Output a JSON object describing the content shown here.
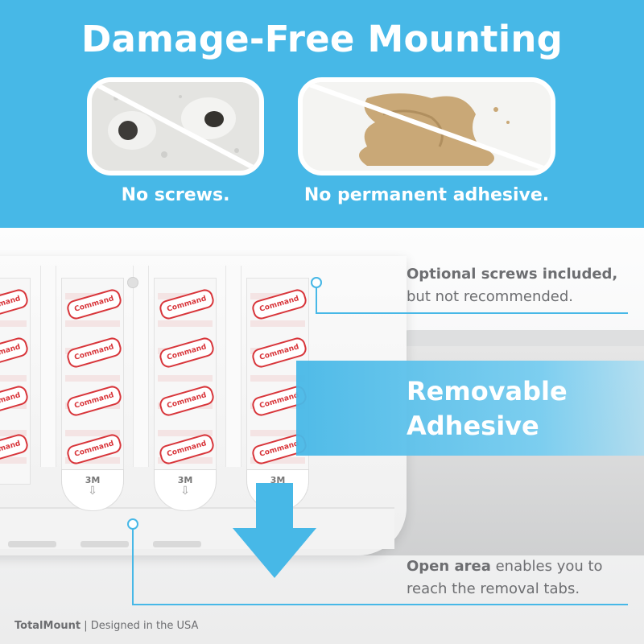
{
  "header": {
    "title": "Damage-Free Mounting",
    "caption_left": "No screws.",
    "caption_right": "No permanent adhesive."
  },
  "strips": {
    "logo_text": "Command",
    "tab_text": "3M",
    "tab_arrow": "⇩"
  },
  "feature": {
    "line1": "Removable",
    "line2": "Adhesive"
  },
  "callouts": {
    "screws_line1": "Optional screws included,",
    "screws_line2": "but not recommended.",
    "open_bold": "Open area",
    "open_rest": " enables you to",
    "open_line2": "reach the removal tabs."
  },
  "footer": {
    "brand": "TotalMount",
    "separator": " | ",
    "tagline": "Designed in the USA"
  },
  "colors": {
    "accent": "#47b8e7",
    "text_gray": "#6d6e71",
    "logo_red": "#d8353a"
  }
}
